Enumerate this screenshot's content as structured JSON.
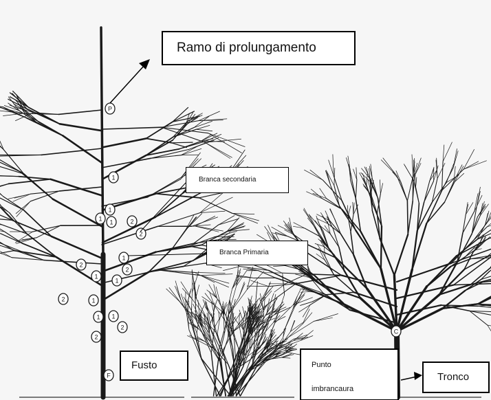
{
  "labels": {
    "ramo": "Ramo di prolungamento",
    "branca_secondaria": "Branca secondaria",
    "branca_primaria": "Branca Primaria",
    "fusto": "Fusto",
    "punto_line1": "Punto",
    "punto_line2": "imbrancaura",
    "tronco": "Tronco"
  },
  "markers": {
    "prolungamento": "P",
    "primaria": "1",
    "secondaria": "2",
    "fusto": "F",
    "tronco": "C"
  },
  "colors": {
    "ink": "#1a1a1a",
    "paper": "#f6f6f6",
    "box": "#ffffff"
  }
}
